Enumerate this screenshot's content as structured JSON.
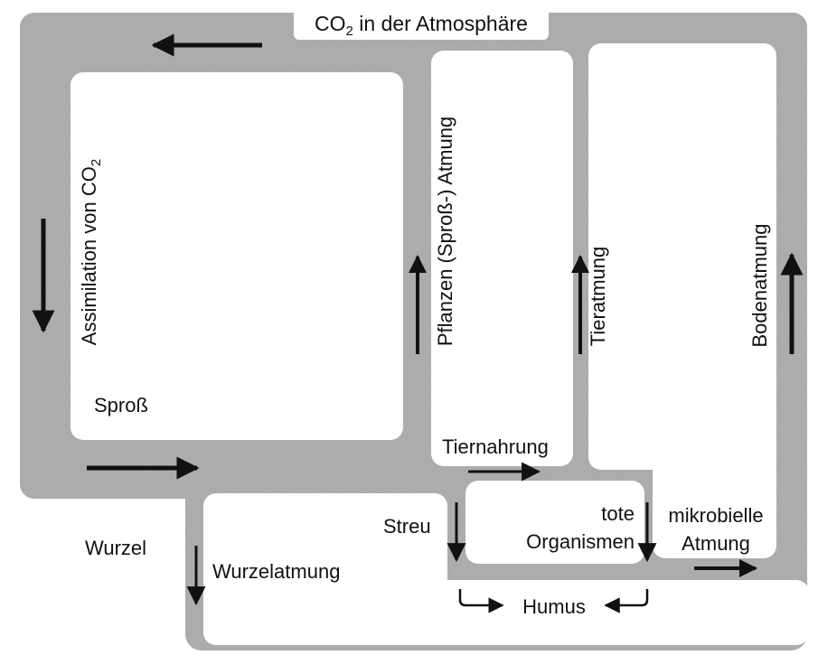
{
  "title": {
    "prefix": "CO",
    "sub": "2",
    "suffix": " in der Atmosphäre"
  },
  "labels": {
    "assimilation_prefix": "Assimilation von CO",
    "assimilation_sub": "2",
    "spross": "Sproß",
    "pflanzen_atmung": "Pflanzen (Sproß-) Atmung",
    "tieratmung": "Tieratmung",
    "bodenatmung": "Bodenatmung",
    "tiernahrung": "Tiernahrung",
    "wurzel": "Wurzel",
    "wurzelatmung": "Wurzelatmung",
    "streu": "Streu",
    "tote": "tote",
    "organismen": "Organismen",
    "mikrobielle": "mikrobielle",
    "atmung": "Atmung",
    "humus": "Humus"
  },
  "colors": {
    "flow_band": "#a9a9a9",
    "box": "#ffffff",
    "arrow": "#111111",
    "text": "#111111"
  },
  "icons": [
    "arrow-left-icon",
    "arrow-down-icon",
    "arrow-right-icon",
    "arrow-up-icon"
  ]
}
